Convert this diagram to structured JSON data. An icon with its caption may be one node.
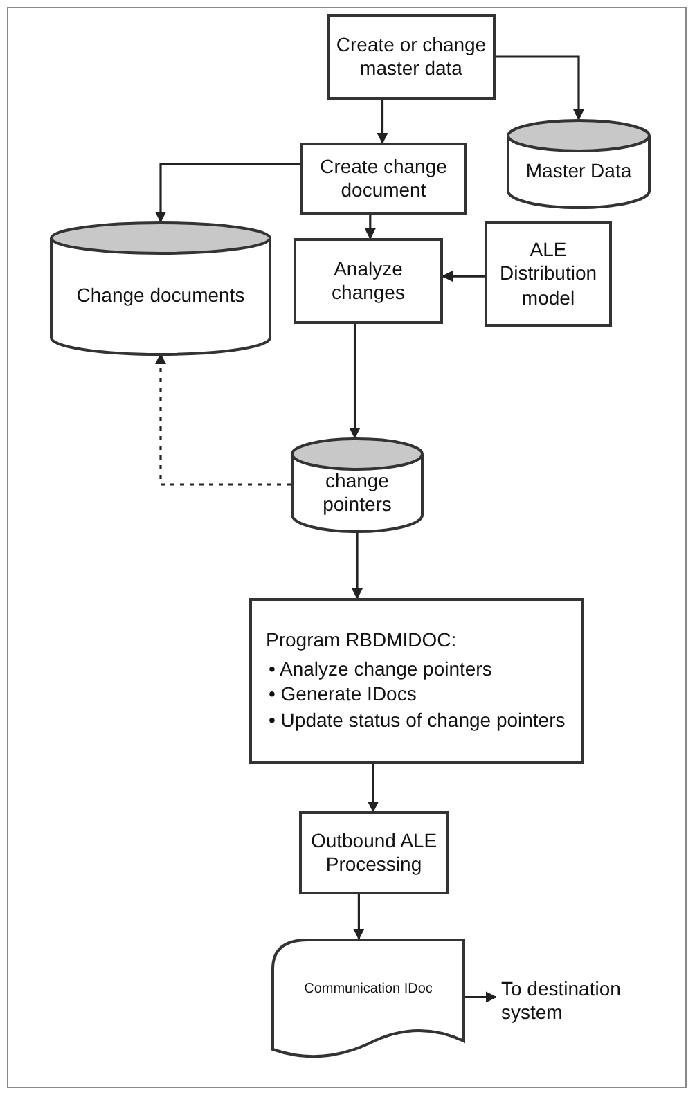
{
  "diagram": {
    "nodes": [
      {
        "text": [
          "Create or change master data"
        ]
      },
      {
        "text": [
          "Master Data"
        ]
      },
      {
        "text": [
          "Create change document"
        ]
      },
      {
        "text": [
          "Change documents"
        ]
      },
      {
        "text": [
          "Analyze changes"
        ]
      },
      {
        "text": [
          "ALE Distribution model"
        ]
      },
      {
        "text": [
          "change pointers"
        ]
      },
      {
        "text": [
          "Program RBDMIDOC:",
          "• Analyze change pointers",
          "• Generate IDocs",
          "• Update status of change pointers"
        ]
      },
      {
        "text": [
          "Outbound ALE Processing"
        ]
      },
      {
        "text": [
          "Communication IDoc"
        ]
      },
      {
        "text": [
          "To destination system"
        ]
      }
    ],
    "edges": [
      {
        "from": 0,
        "to": 1,
        "arrow": "to"
      },
      {
        "from": 0,
        "to": 2,
        "arrow": "to"
      },
      {
        "from": 2,
        "to": 3,
        "arrow": "to"
      },
      {
        "from": 2,
        "to": 4,
        "arrow": "to"
      },
      {
        "from": 5,
        "to": 4,
        "arrow": "to"
      },
      {
        "from": 4,
        "to": 6,
        "arrow": "to"
      },
      {
        "from": 6,
        "to": 3,
        "arrow": "to",
        "style": "dashed"
      },
      {
        "from": 6,
        "to": 7,
        "arrow": "to"
      },
      {
        "from": 7,
        "to": 8,
        "arrow": "to"
      },
      {
        "from": 8,
        "to": 9,
        "arrow": "to"
      },
      {
        "from": 9,
        "to": 10,
        "arrow": "to"
      }
    ]
  }
}
